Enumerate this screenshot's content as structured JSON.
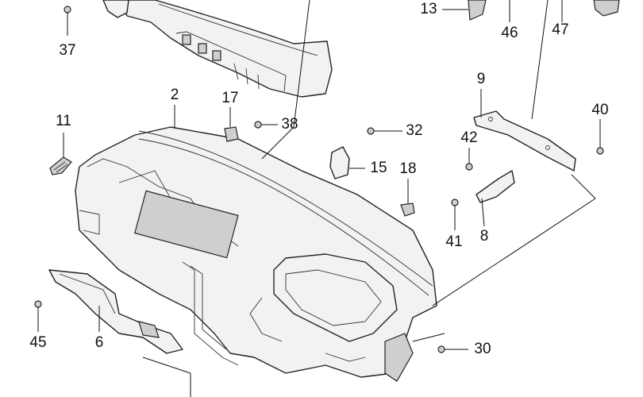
{
  "callouts": [
    {
      "id": "37",
      "label": "37"
    },
    {
      "id": "13",
      "label": "13"
    },
    {
      "id": "46",
      "label": "46"
    },
    {
      "id": "47",
      "label": "47"
    },
    {
      "id": "9",
      "label": "9"
    },
    {
      "id": "2",
      "label": "2"
    },
    {
      "id": "17",
      "label": "17"
    },
    {
      "id": "11",
      "label": "11"
    },
    {
      "id": "38",
      "label": "38"
    },
    {
      "id": "32",
      "label": "32"
    },
    {
      "id": "40",
      "label": "40"
    },
    {
      "id": "42",
      "label": "42"
    },
    {
      "id": "15",
      "label": "15"
    },
    {
      "id": "18",
      "label": "18"
    },
    {
      "id": "41",
      "label": "41"
    },
    {
      "id": "8",
      "label": "8"
    },
    {
      "id": "45",
      "label": "45"
    },
    {
      "id": "6",
      "label": "6"
    },
    {
      "id": "30",
      "label": "30"
    }
  ]
}
